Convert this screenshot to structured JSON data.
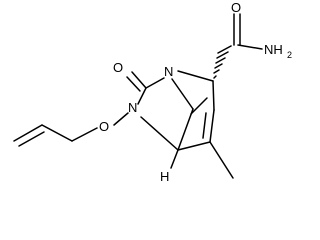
{
  "molecule": {
    "atoms": {
      "O_carbonyl": "O",
      "N_bridgehead": "N",
      "N_amide_chain": "N",
      "O_ether": "O",
      "O_amide": "O",
      "N_amide": "NH",
      "N_amide_sub": "2",
      "H_stereo": "H"
    }
  }
}
